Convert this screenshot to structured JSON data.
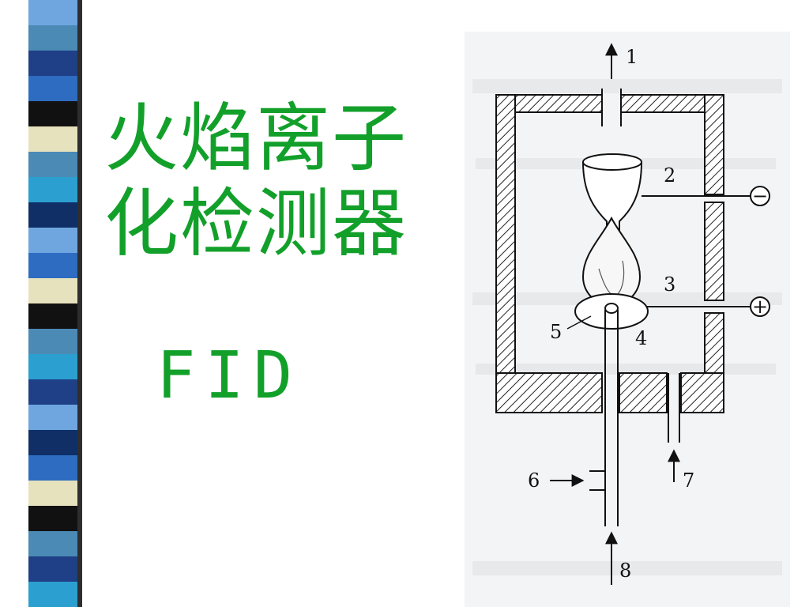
{
  "slide": {
    "title_line1": "火焰离子",
    "title_line2": "化检测器",
    "abbreviation": "FID"
  },
  "diagram": {
    "labels": {
      "l1": "1",
      "l2": "2",
      "l3": "3",
      "l4": "4",
      "l5": "5",
      "l6": "6",
      "l7": "7",
      "l8": "8",
      "minus": "−",
      "plus": "+"
    }
  },
  "colors": {
    "title_green": "#12a02a",
    "bar_stripes": [
      "#1f3f86",
      "#2d6cc0",
      "#111111",
      "#e6e2bd",
      "#4a8ab5",
      "#6fa6e0",
      "#0f2f66",
      "#2b9fd0"
    ]
  }
}
